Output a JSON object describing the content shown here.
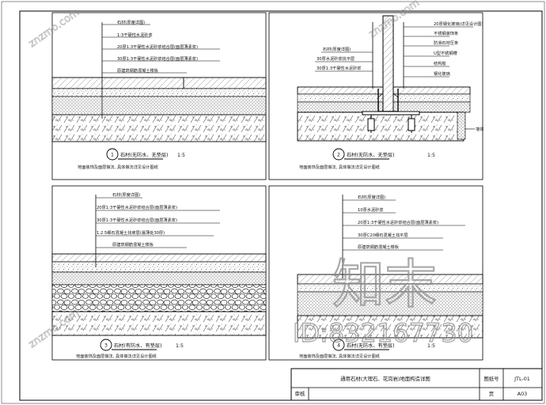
{
  "detail_1": {
    "number": "1",
    "title": "石材(无防水、无垫层)",
    "scale": "1:5",
    "note": "地面装饰及面层做法, 具体做法详见设计图纸",
    "callouts": [
      "石材(厚度详图)",
      "1:3干硬性水泥砂浆",
      "20厚1:3干硬性水泥砂浆结合层(面层薄素浆)",
      "30厚1:3干硬性水泥砂浆结合层(面层薄素浆)",
      "原建筑钢筋混凝土楼板"
    ]
  },
  "detail_2": {
    "number": "2",
    "title": "石材(无防水、无垫层)",
    "scale": "1:5",
    "note": "地面装饰及面层做法, 具体做法详见设计图纸",
    "callouts_left": [
      "石材(厚度详图)",
      "30厚水泥砂浆找平层",
      "30厚1:3干硬性水泥砂浆"
    ],
    "callouts_right": [
      "20厚钢化玻璃(详见设计图)",
      "不锈钢装饰条",
      "防滑石材压条",
      "U型不锈钢槽",
      "结构胶",
      "钢化玻璃"
    ],
    "side_label": "墙体"
  },
  "detail_3": {
    "number": "3",
    "title": "石材(有防水、有垫层)",
    "scale": "1:5",
    "note": "地面装饰及面层做法, 具体做法详见设计图纸",
    "callouts": [
      "石材(厚度详图)",
      "20厚1:3干硬性水泥砂浆结合层(面层薄素浆)",
      "30厚1:3干硬性水泥砂浆结合层(面层薄素浆)",
      "1:2.5细石混凝土找坡层(最薄处30厚)",
      "原建筑钢筋混凝土楼板"
    ]
  },
  "detail_4": {
    "number": "4",
    "title": "石材(无防水、有垫层)",
    "scale": "1:5",
    "note": "地面装饰及面层做法, 具体做法详见设计图纸",
    "callouts": [
      "石材(厚度详图)",
      "10厚水泥砂浆",
      "20厚1:3干硬性水泥砂浆结合层(面层薄素浆)",
      "30厚C20细石混凝土找平层",
      "原建筑钢筋混凝土楼板"
    ]
  },
  "title_block": {
    "drawing_title": "通用石材(大理石、花岗岩)地面构造详图",
    "drawing_no_label": "图纸号",
    "drawing_no": "JTL-01",
    "row2_left": "审核",
    "row2_mid": "页",
    "row2_right": "A03"
  },
  "watermark": {
    "logo_text": "知末",
    "id_text": "ID:832167730",
    "corner_text": "znzmo.com"
  }
}
